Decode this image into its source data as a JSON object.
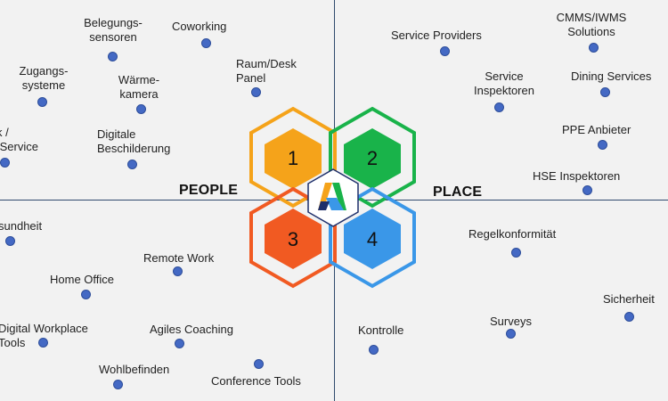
{
  "quadrants": {
    "people": "PEOPLE",
    "place": "PLACE"
  },
  "hexagons": [
    {
      "number": "1",
      "fill": "#f5a31a",
      "outline": "#f5a31a"
    },
    {
      "number": "2",
      "fill": "#19b34a",
      "outline": "#19b34a"
    },
    {
      "number": "3",
      "fill": "#f15a22",
      "outline": "#f15a22"
    },
    {
      "number": "4",
      "fill": "#3a97e8",
      "outline": "#3a97e8"
    }
  ],
  "logo": {
    "icon": "logo-a-icon",
    "colors": [
      "#f5a31a",
      "#19b34a",
      "#3a97e8",
      "#1e2f6b"
    ]
  },
  "items": {
    "belegungssensoren": "Belegungs-\nsensoren",
    "coworking": "Coworking",
    "zugangssysteme": "Zugangs-\nsysteme",
    "waermekamera": "Wärme-\nkamera",
    "raum_desk_panel": "Raum/Desk\nPanel",
    "desk_service": "k /\n Service",
    "digitale_beschilderung": "Digitale\nBeschilderung",
    "service_providers": "Service Providers",
    "cmms_iwms": "CMMS/IWMS\nSolutions",
    "service_inspektoren": "Service\nInspektoren",
    "dining_services": "Dining Services",
    "ppe_anbieter": "PPE Anbieter",
    "hse_inspektoren": "HSE Inspektoren",
    "gesundheit": "sundheit",
    "remote_work": "Remote Work",
    "home_office": "Home Office",
    "digital_workplace": "Digital Workplace\nTools",
    "agiles_coaching": "Agiles Coaching",
    "wohlbefinden": "Wohlbefinden",
    "conference_tools": "Conference Tools",
    "regelkonformitaet": "Regelkonformität",
    "sicherheit": "Sicherheit",
    "surveys": "Surveys",
    "kontrolle": "Kontrolle"
  }
}
